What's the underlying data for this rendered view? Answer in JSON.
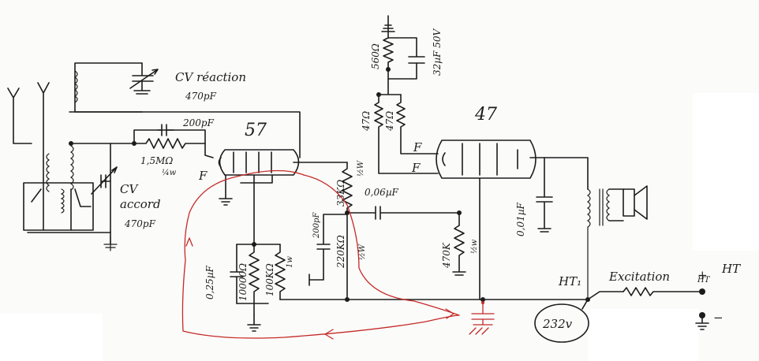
{
  "labels": {
    "tube1": "57",
    "tube2": "47",
    "cv_reaction": "CV réaction",
    "cv_reaction_value": "470pF",
    "cap_200pf_top": "200pF",
    "res_grid_leak": "1,5MΩ",
    "res_grid_leak_power": "¼w",
    "cv": "CV",
    "accord": "accord",
    "cv_accord_value": "470pF",
    "f_tube1": "F",
    "res_560": "560Ω",
    "cap_32uf": "32µF 50V",
    "res_47a": "47Ω",
    "res_47b": "47Ω",
    "f_tube2": "F",
    "f_tube2_b": "F",
    "res_33k": "33KΩ",
    "res_33k_power": "½W",
    "cap_006": "0,06µF",
    "cap_200pf_mid": "200pF",
    "res_220k": "220KΩ",
    "res_220k_power": "½W",
    "res_470k": "470K",
    "res_470k_power": "½w",
    "cap_001": "0,01µF",
    "cap_025": "0,25µF",
    "res_10000": "10000Ω",
    "res_100k": "100KΩ",
    "res_100k_power": "1w",
    "ht1": "HT₁",
    "ht_small": "HT",
    "excitation": "Excitation",
    "ht": "HT",
    "plus": "+",
    "minus": "−",
    "voltage": "232v"
  }
}
